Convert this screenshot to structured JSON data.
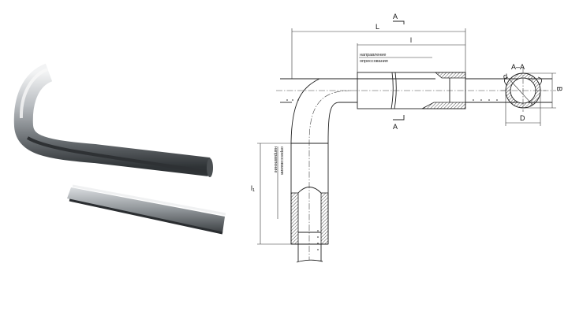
{
  "drawing": {
    "dim_L": "L",
    "dim_l": "l",
    "dim_l1": "l₁",
    "section_mark_top": "A",
    "section_mark_bottom": "A",
    "section_title": "A–A",
    "dim_d": "d",
    "dim_B": "B",
    "dim_D": "D",
    "note_line1": "направление",
    "note_line2": "опрессования",
    "note_vert_line1": "направление",
    "note_vert_line2": "опрессования"
  },
  "colors": {
    "line": "#222222",
    "metal_light": "#e6e8ea",
    "metal_dark": "#5a5e62"
  }
}
